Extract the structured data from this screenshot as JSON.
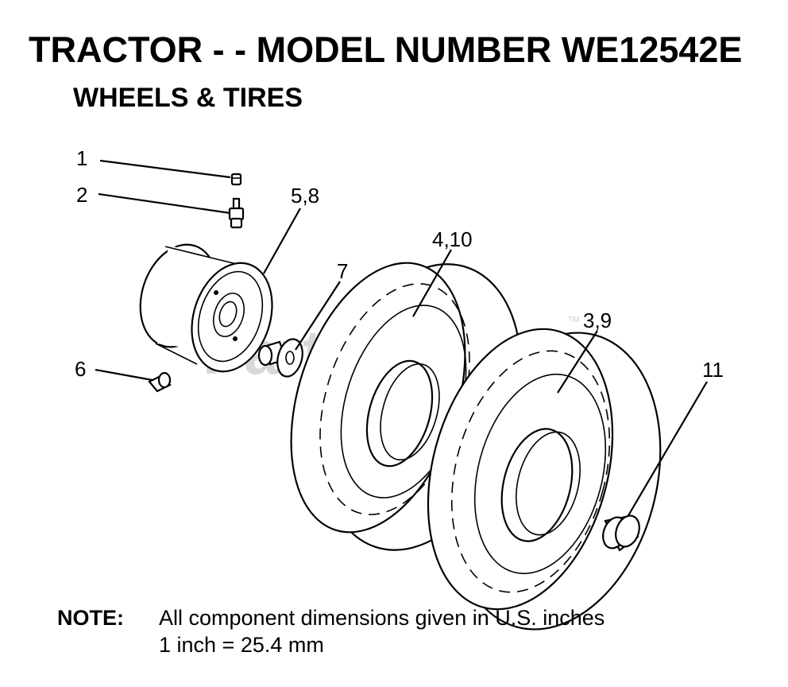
{
  "header": {
    "title": "TRACTOR - - MODEL NUMBER WE12542E",
    "subtitle": "WHEELS & TIRES"
  },
  "callouts": {
    "c1": "1",
    "c2": "2",
    "c58": "5,8",
    "c410": "4,10",
    "c7": "7",
    "c39": "3,9",
    "c6": "6",
    "c11": "11"
  },
  "watermark": {
    "brand": "PartsTree",
    "tm": "TM"
  },
  "note": {
    "label": "NOTE:",
    "line1": "All component dimensions given in U.S. inches",
    "line2": "1 inch = 25.4 mm"
  }
}
